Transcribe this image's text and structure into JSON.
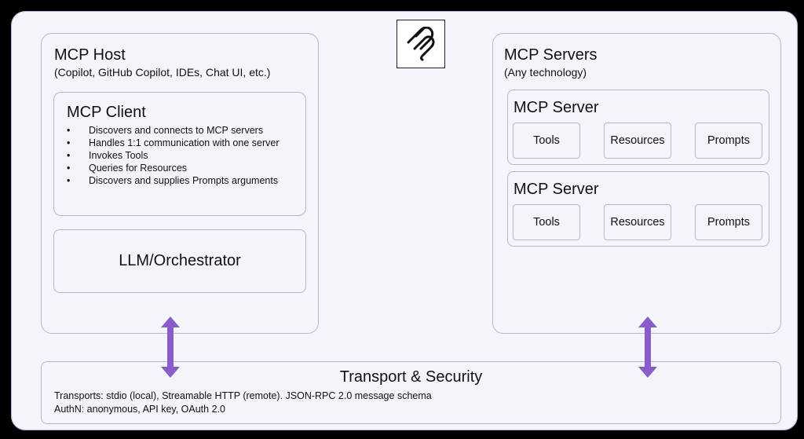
{
  "host": {
    "title": "MCP Host",
    "subtitle": "(Copilot, GitHub Copilot, IDEs, Chat UI, etc.)",
    "client": {
      "title": "MCP Client",
      "bullets": [
        "Discovers and connects to MCP servers",
        "Handles 1:1 communication with one server",
        "Invokes Tools",
        "Queries for Resources",
        "Discovers and supplies Prompts arguments"
      ]
    },
    "orchestrator": "LLM/Orchestrator"
  },
  "servers": {
    "title": "MCP Servers",
    "subtitle": "(Any technology)",
    "items": [
      {
        "title": "MCP Server",
        "chips": [
          "Tools",
          "Resources",
          "Prompts"
        ]
      },
      {
        "title": "MCP Server",
        "chips": [
          "Tools",
          "Resources",
          "Prompts"
        ]
      }
    ]
  },
  "transport": {
    "title": "Transport & Security",
    "line1": "Transports: stdio (local), Streamable HTTP (remote). JSON-RPC 2.0 message schema",
    "line2": "AuthN: anonymous, API key, OAuth 2.0"
  },
  "colors": {
    "border": "#b9b2e0",
    "arrow": "#8a5cc9",
    "background": "#f4f4fb"
  },
  "icons": {
    "logo": "mcp-logo-icon",
    "arrow": "double-arrow-icon"
  }
}
